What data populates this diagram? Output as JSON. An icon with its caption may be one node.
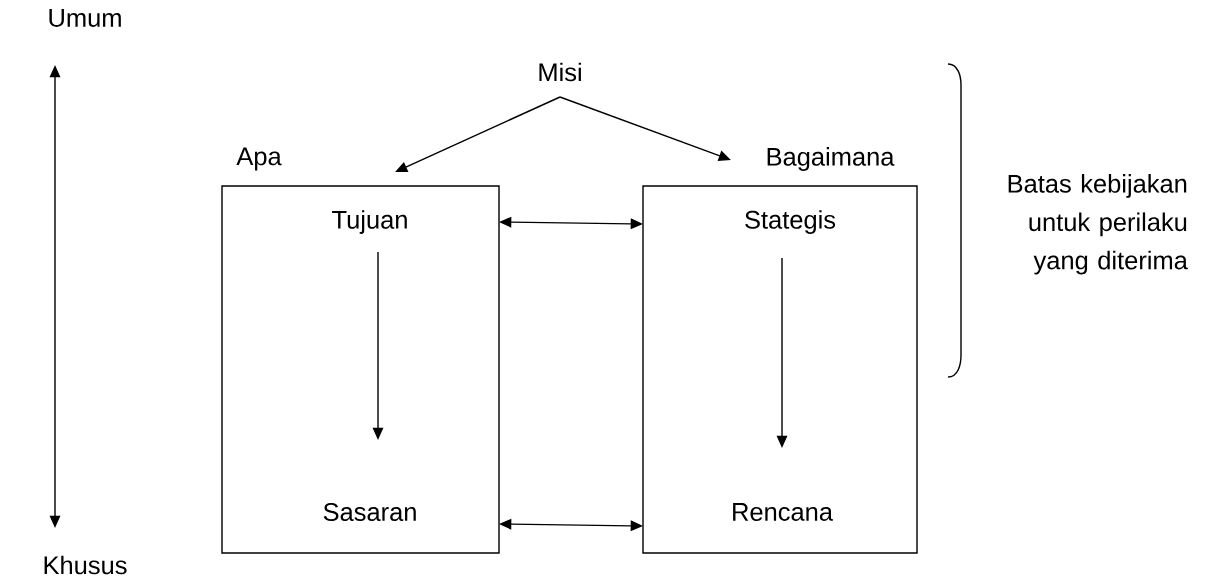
{
  "diagram": {
    "nodes": [
      {
        "text": [
          "Misi"
        ]
      },
      {
        "text": [
          "Apa"
        ]
      },
      {
        "text": [
          "Tujuan"
        ],
        "in": 1
      },
      {
        "text": [
          "Sasaran"
        ],
        "in": 1
      },
      {
        "text": [
          "Bagaimana"
        ]
      },
      {
        "text": [
          "Stategis"
        ],
        "in": 4
      },
      {
        "text": [
          "Rencana"
        ],
        "in": 4
      }
    ],
    "edges": [
      {
        "from": 0,
        "to": 1,
        "arrow": "to"
      },
      {
        "from": 0,
        "to": 4,
        "arrow": "to"
      },
      {
        "from": 2,
        "to": 3,
        "arrow": "to"
      },
      {
        "from": 1,
        "to": 4,
        "arrow": "both"
      },
      {
        "from": 5,
        "to": 6,
        "arrow": "to"
      },
      {
        "from": 1,
        "to": 4,
        "arrow": "both"
      }
    ],
    "labels": [
      "Umum",
      "Batas kebijakan untuk perilaku yang diterima",
      "Khusus"
    ]
  }
}
